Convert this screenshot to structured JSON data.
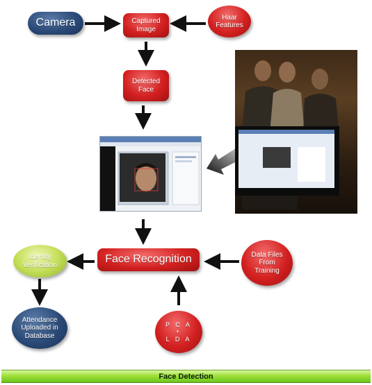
{
  "nodes": {
    "camera": "Camera",
    "captured_image": "Captured\nImage",
    "haar_features": "Haar\nFeatures",
    "detected_face": "Detected\nFace",
    "face_recognition": "Face Recognition",
    "data_files": "Data Files\nFrom\nTraining",
    "identity_verification": "Identity\nVerification",
    "attendance": "Attendance\nUploaded in\nDatabase",
    "pca_lda": "P C A\n+\nL D A"
  },
  "footer_title": "Face Detection",
  "colors": {
    "navy": "#2b4a78",
    "red": "#d32020",
    "green": "#c5df5a",
    "footer_green": "#9fe03a",
    "arrow": "#111111"
  }
}
